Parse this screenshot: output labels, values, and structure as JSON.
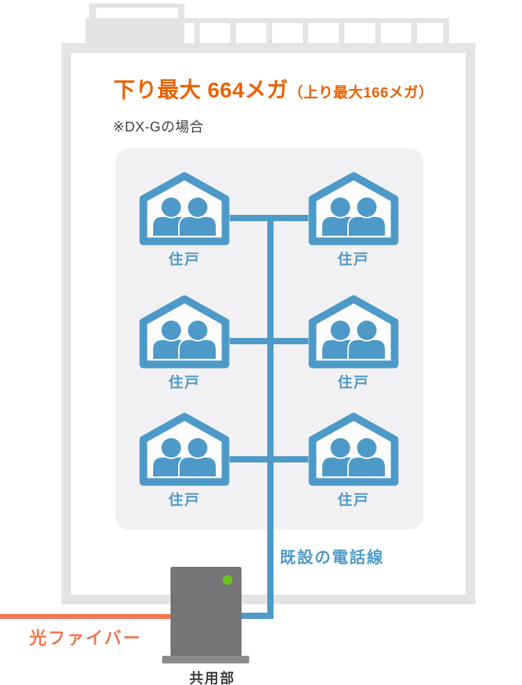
{
  "title": {
    "main": "下り最大 664メガ",
    "sub": "（上り最大166メガ）"
  },
  "note": "※DX-Gの場合",
  "units": {
    "items": [
      {
        "label": "住戸"
      },
      {
        "label": "住戸"
      },
      {
        "label": "住戸"
      },
      {
        "label": "住戸"
      },
      {
        "label": "住戸"
      },
      {
        "label": "住戸"
      }
    ]
  },
  "connections": {
    "phone_line_label": "既設の電話線",
    "fiber_label": "光ファイバー"
  },
  "equipment": {
    "label": "共用部"
  },
  "icons": {
    "house": "house-people-icon",
    "led": "led-indicator"
  },
  "colors": {
    "accent_blue": "#4d9ac8",
    "title_orange": "#eb6101",
    "fiber_coral": "#f4764f",
    "led_green": "#6cc41f",
    "building_gray": "#e4e4e6",
    "panel_gray": "#f1f1f3",
    "equipment_gray": "#757578"
  }
}
